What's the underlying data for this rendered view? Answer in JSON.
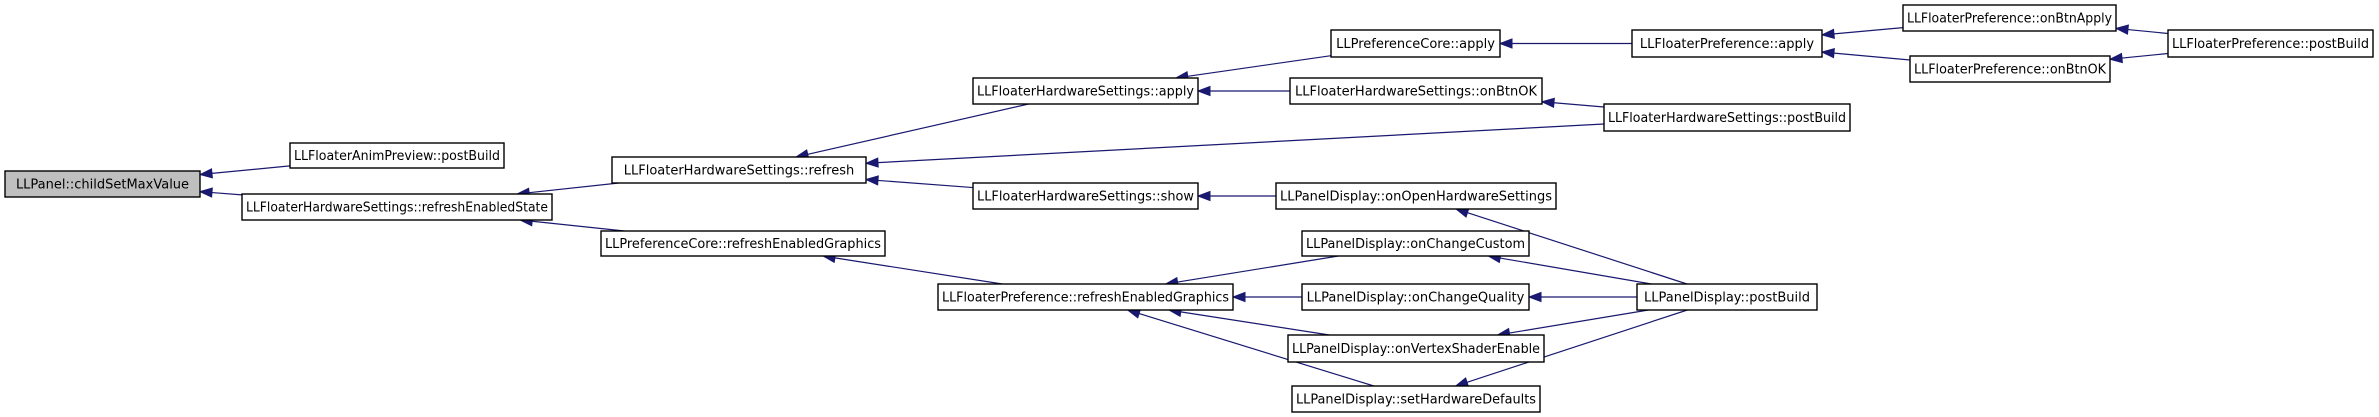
{
  "diagram": {
    "nodes": [
      {
        "id": "n0",
        "label": "LLPanel::childSetMaxValue",
        "highlight": true
      },
      {
        "id": "n1",
        "label": "LLFloaterAnimPreview::postBuild"
      },
      {
        "id": "n2",
        "label": "LLFloaterHardwareSettings::refreshEnabledState"
      },
      {
        "id": "n3",
        "label": "LLFloaterHardwareSettings::refresh"
      },
      {
        "id": "n4",
        "label": "LLPreferenceCore::refreshEnabledGraphics"
      },
      {
        "id": "n5",
        "label": "LLFloaterHardwareSettings::apply"
      },
      {
        "id": "n6",
        "label": "LLFloaterHardwareSettings::show"
      },
      {
        "id": "n7",
        "label": "LLFloaterPreference::refreshEnabledGraphics"
      },
      {
        "id": "n8",
        "label": "LLPreferenceCore::apply"
      },
      {
        "id": "n9",
        "label": "LLFloaterHardwareSettings::onBtnOK"
      },
      {
        "id": "n10",
        "label": "LLPanelDisplay::onOpenHardwareSettings"
      },
      {
        "id": "n11",
        "label": "LLPanelDisplay::onChangeCustom"
      },
      {
        "id": "n12",
        "label": "LLPanelDisplay::onChangeQuality"
      },
      {
        "id": "n13",
        "label": "LLPanelDisplay::onVertexShaderEnable"
      },
      {
        "id": "n14",
        "label": "LLPanelDisplay::setHardwareDefaults"
      },
      {
        "id": "n15",
        "label": "LLFloaterPreference::apply"
      },
      {
        "id": "n16",
        "label": "LLFloaterHardwareSettings::postBuild"
      },
      {
        "id": "n17",
        "label": "LLPanelDisplay::postBuild"
      },
      {
        "id": "n18",
        "label": "LLFloaterPreference::onBtnApply"
      },
      {
        "id": "n19",
        "label": "LLFloaterPreference::onBtnOK"
      },
      {
        "id": "n20",
        "label": "LLFloaterPreference::postBuild"
      }
    ],
    "edges": [
      [
        "n1",
        "n0"
      ],
      [
        "n2",
        "n0"
      ],
      [
        "n3",
        "n2"
      ],
      [
        "n4",
        "n2"
      ],
      [
        "n5",
        "n3"
      ],
      [
        "n16",
        "n3"
      ],
      [
        "n6",
        "n3"
      ],
      [
        "n7",
        "n4"
      ],
      [
        "n8",
        "n5"
      ],
      [
        "n9",
        "n5"
      ],
      [
        "n10",
        "n6"
      ],
      [
        "n11",
        "n7"
      ],
      [
        "n12",
        "n7"
      ],
      [
        "n13",
        "n7"
      ],
      [
        "n14",
        "n7"
      ],
      [
        "n15",
        "n8"
      ],
      [
        "n16",
        "n9"
      ],
      [
        "n17",
        "n10"
      ],
      [
        "n17",
        "n11"
      ],
      [
        "n17",
        "n12"
      ],
      [
        "n17",
        "n13"
      ],
      [
        "n17",
        "n14"
      ],
      [
        "n18",
        "n15"
      ],
      [
        "n19",
        "n15"
      ],
      [
        "n20",
        "n18"
      ],
      [
        "n20",
        "n19"
      ]
    ],
    "colors": {
      "edge": "#191970",
      "node_fill": "#ffffff",
      "node_highlight_fill": "#bfbfbf",
      "node_border": "#000000"
    }
  }
}
